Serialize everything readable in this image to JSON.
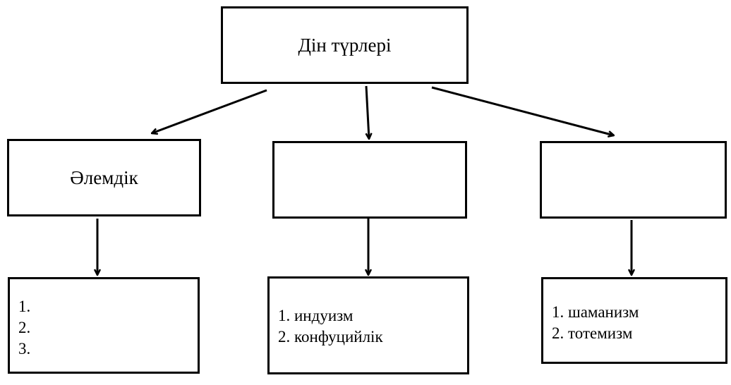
{
  "root": {
    "label": "Дін түрлері"
  },
  "categories": [
    {
      "label": "Әлемдік",
      "items": [
        "1.",
        "2.",
        "3."
      ]
    },
    {
      "label": "",
      "items": [
        "1. индуизм",
        "2. конфуцийлік"
      ]
    },
    {
      "label": "",
      "items": [
        "1. шаманизм",
        "2. тотемизм"
      ]
    }
  ]
}
